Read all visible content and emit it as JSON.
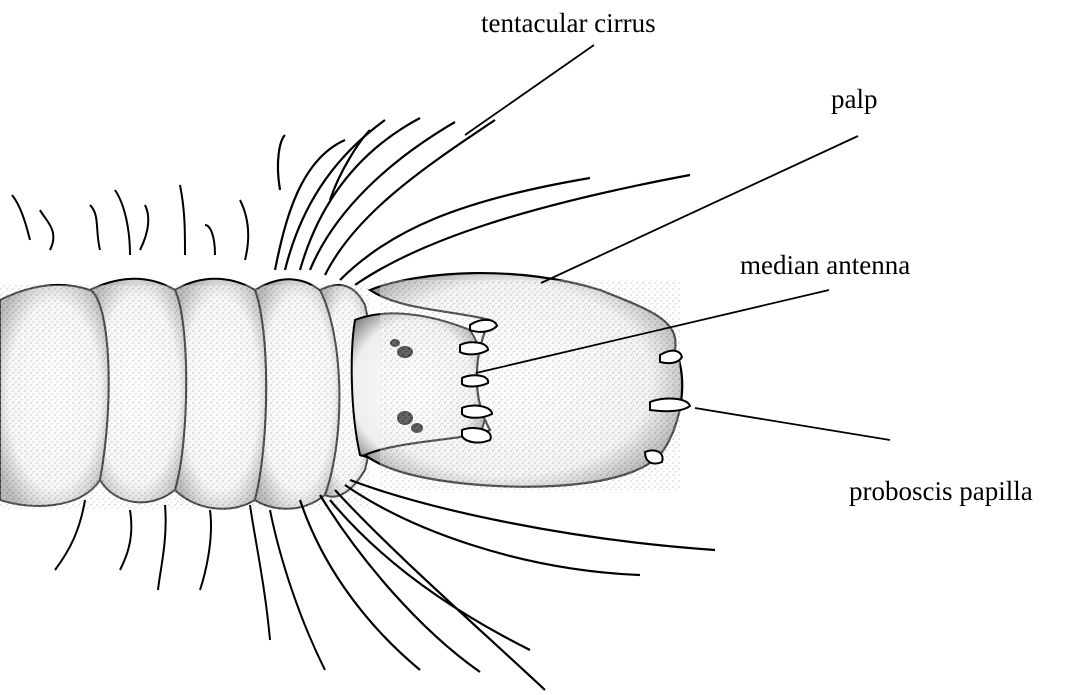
{
  "labels": {
    "tentacular_cirrus": "tentacular cirrus",
    "palp": "palp",
    "median_antenna": "median antenna",
    "proboscis_papilla": "proboscis papilla"
  },
  "colors": {
    "ink": "#000000",
    "background": "#ffffff",
    "stipple": "#6b6b6b"
  }
}
